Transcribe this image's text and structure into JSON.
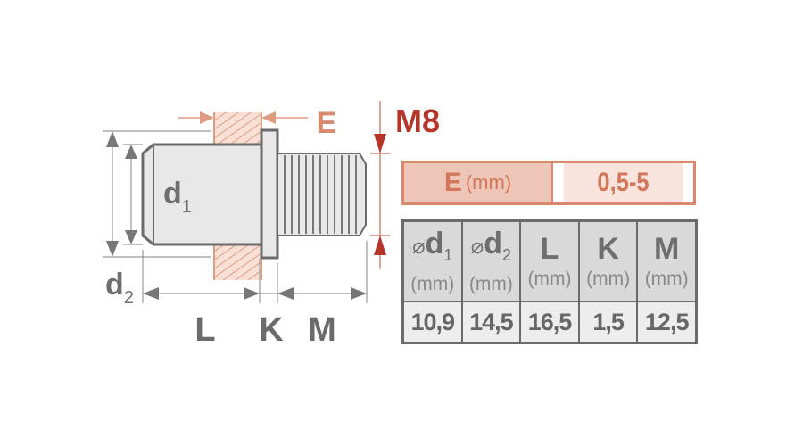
{
  "drawing": {
    "labels": {
      "d1": "d",
      "d1_sub": "1",
      "d2": "d",
      "d2_sub": "2",
      "L": "L",
      "K": "K",
      "M": "M",
      "E": "E",
      "thread": "M8"
    }
  },
  "e_table": {
    "label": "E",
    "unit": "(mm)",
    "value": "0,5-5"
  },
  "spec_table": {
    "columns": [
      {
        "prefix": "⌀",
        "symbol": "d",
        "sub": "1",
        "unit": "(mm)",
        "value": "10,9"
      },
      {
        "prefix": "⌀",
        "symbol": "d",
        "sub": "2",
        "unit": "(mm)",
        "value": "14,5"
      },
      {
        "prefix": "",
        "symbol": "L",
        "sub": "",
        "unit": "(mm)",
        "value": "16,5"
      },
      {
        "prefix": "",
        "symbol": "K",
        "sub": "",
        "unit": "(mm)",
        "value": "1,5"
      },
      {
        "prefix": "",
        "symbol": "M",
        "sub": "",
        "unit": "(mm)",
        "value": "12,5"
      }
    ]
  },
  "colors": {
    "accent": "#d98a6e",
    "red": "#b5352a",
    "gray": "#6b6b6b"
  }
}
